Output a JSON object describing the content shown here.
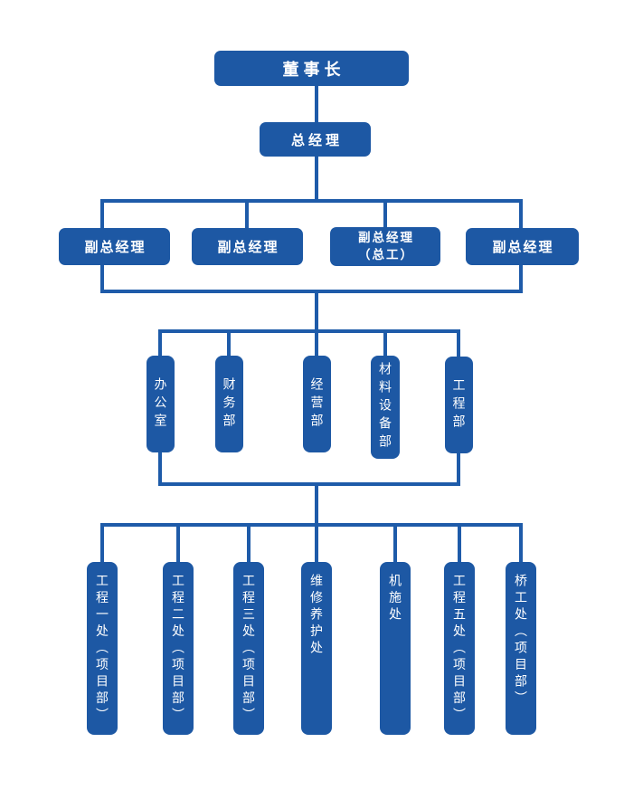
{
  "colors": {
    "box_blue": "#1d58a4",
    "line_blue": "#1e5ba9",
    "text_white": "#ffffff"
  },
  "org": {
    "level1": {
      "label": "董事长"
    },
    "level2": {
      "label": "总经理"
    },
    "level3": [
      {
        "label": "副总经理"
      },
      {
        "label": "副总经理"
      },
      {
        "label": "副总经理",
        "label_line2": "（总工）"
      },
      {
        "label": "副总经理"
      }
    ],
    "level4": [
      {
        "label": "办公室"
      },
      {
        "label": "财务部"
      },
      {
        "label": "经营部"
      },
      {
        "label": "材料设备部"
      },
      {
        "label": "工程部"
      }
    ],
    "level5": [
      {
        "label": "工程一处（项目部）"
      },
      {
        "label": "工程二处（项目部）"
      },
      {
        "label": "工程三处（项目部）"
      },
      {
        "label": "维修养护处"
      },
      {
        "label": "机施处"
      },
      {
        "label": "工程五处（项目部）"
      },
      {
        "label": "桥工处（项目部）"
      }
    ]
  }
}
